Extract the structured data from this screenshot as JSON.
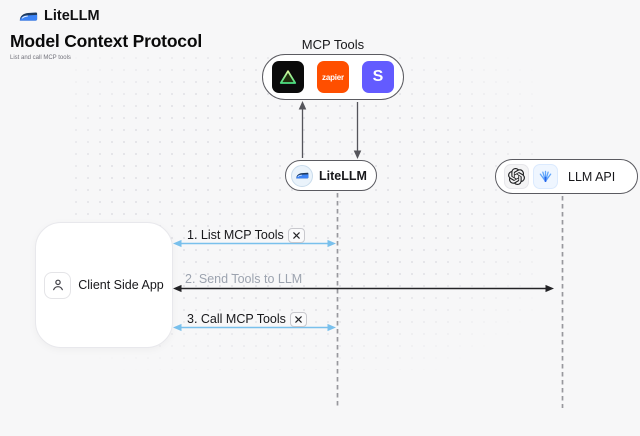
{
  "header": {
    "brand": "LiteLLM",
    "title": "Model Context Protocol",
    "subtitle": "List and call MCP tools"
  },
  "mcp_panel": {
    "label": "MCP Tools",
    "tools": [
      {
        "name": "triangle-tool",
        "label": ""
      },
      {
        "name": "Zapier",
        "label": "zapier"
      },
      {
        "name": "Stripe",
        "label": "S"
      }
    ]
  },
  "nodes": {
    "litellm": {
      "label": "LiteLLM"
    },
    "llm_api": {
      "label": "LLM API"
    },
    "client_app": {
      "label": "Client Side App"
    }
  },
  "sequence": {
    "steps": [
      {
        "label": "1. List MCP Tools"
      },
      {
        "label": "2. Send Tools to LLM"
      },
      {
        "label": "3. Call MCP Tools"
      }
    ]
  },
  "colors": {
    "background": "#F7F7F8",
    "accent_blue_arrow": "#79C0EC",
    "dark_arrow": "#232326",
    "lifeline_gray": "#98989E",
    "zapier_orange": "#FF4F00",
    "stripe_purple": "#635BFF",
    "tool_tile_black": "#0B0B0B"
  }
}
